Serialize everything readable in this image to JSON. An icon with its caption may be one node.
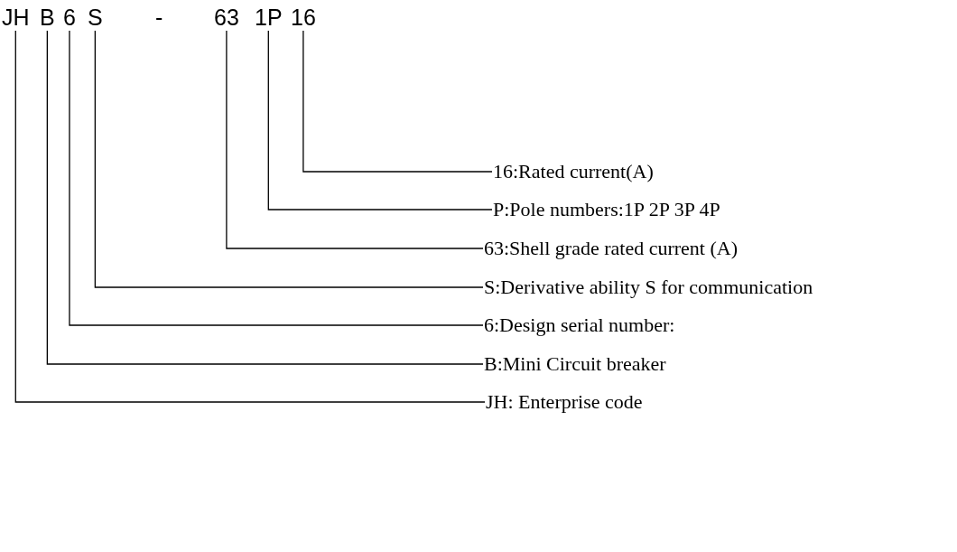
{
  "diagram": {
    "nodes": [
      {
        "text": [
          "JH"
        ]
      },
      {
        "text": [
          "B"
        ]
      },
      {
        "text": [
          "6"
        ]
      },
      {
        "text": [
          "S"
        ]
      },
      {
        "text": [
          "63"
        ]
      },
      {
        "text": [
          "1P"
        ]
      },
      {
        "text": [
          "16"
        ]
      },
      {
        "text": [
          "16:Rated current(A)"
        ]
      },
      {
        "text": [
          "P:Pole numbers:1P 2P 3P 4P"
        ]
      },
      {
        "text": [
          "63:Shell grade rated current (A)"
        ]
      },
      {
        "text": [
          "S:Derivative ability S for communication"
        ]
      },
      {
        "text": [
          "6:Design serial number:"
        ]
      },
      {
        "text": [
          "B:Mini Circuit breaker"
        ]
      },
      {
        "text": [
          "JH: Enterprise code"
        ]
      }
    ],
    "edges": [
      {
        "from": 6,
        "to": 7,
        "arrow": "none"
      },
      {
        "from": 5,
        "to": 8,
        "arrow": "none"
      },
      {
        "from": 4,
        "to": 9,
        "arrow": "none"
      },
      {
        "from": 3,
        "to": 10,
        "arrow": "none"
      },
      {
        "from": 2,
        "to": 11,
        "arrow": "none"
      },
      {
        "from": 1,
        "to": 12,
        "arrow": "none"
      },
      {
        "from": 0,
        "to": 13,
        "arrow": "none"
      }
    ],
    "labels": [
      "-"
    ]
  }
}
